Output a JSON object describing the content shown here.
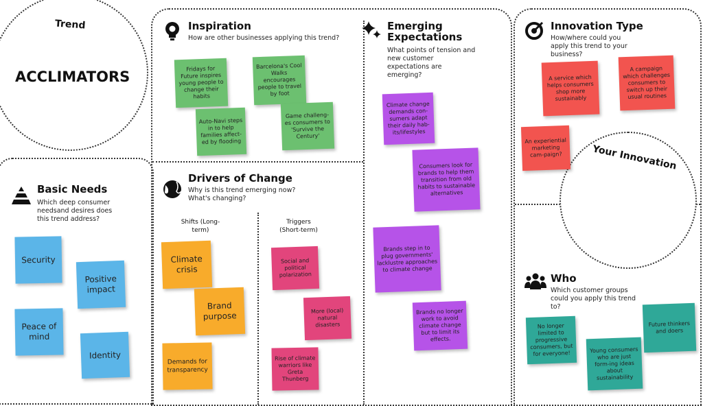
{
  "trend": {
    "label": "Trend",
    "name": "ACCLIMATORS"
  },
  "basic_needs": {
    "title": "Basic Needs",
    "question": "Which deep consumer needsand desires does this trend address?",
    "notes": [
      "Security",
      "Positive impact",
      "Peace of mind",
      "Identity"
    ]
  },
  "inspiration": {
    "title": "Inspiration",
    "question": "How are other businesses applying this trend?",
    "notes": [
      "Fridays for Future inspires young people to change their habits",
      "Barcelona's Cool Walks encourages people to travel by foot",
      "Auto-Navi steps in to help families affect-ed by flooding",
      "Game challeng-es consumers to 'Survive the Century'"
    ]
  },
  "drivers": {
    "title": "Drivers of Change",
    "question": "Why is this trend emerging now? What's changing?",
    "shifts_label": "Shifts (Long-term)",
    "triggers_label": "Triggers (Short-term)",
    "shifts": [
      "Climate crisis",
      "Brand purpose",
      "Demands for transparency"
    ],
    "triggers": [
      "Social and political polarization",
      "More (local) natural disasters",
      "Rise of climate warriors like Greta Thunberg"
    ]
  },
  "emerging": {
    "title": "Emerging Expectations",
    "question": "What points of tension and new customer expectations are emerging?",
    "notes": [
      "Climate change demands con-sumers adapt their daily hab-its/lifestyles",
      "Consumers look for brands to help them transition from old habits to sustainable alternatives",
      "Brands step in to plug governments' lacklustre approaches to climate change",
      "Brands no longer work to avoid climate change but to limit its effects."
    ]
  },
  "innovation_type": {
    "title": "Innovation Type",
    "question": "How/where could you apply this trend to your business?",
    "notes": [
      "A service which helps consumers shop more sustainably",
      "A campaign which challenges consumers to switch up their usual routines",
      "An experiential marketing cam-paign?"
    ]
  },
  "your_innovation": {
    "label": "Your Innovation"
  },
  "who": {
    "title": "Who",
    "question": "Which customer groups could you apply this trend to?",
    "notes": [
      "No longer limited to progressive consumers, but for everyone!",
      "Young consumers who are just form-ing ideas about sustainability",
      "Future thinkers and doers"
    ]
  }
}
